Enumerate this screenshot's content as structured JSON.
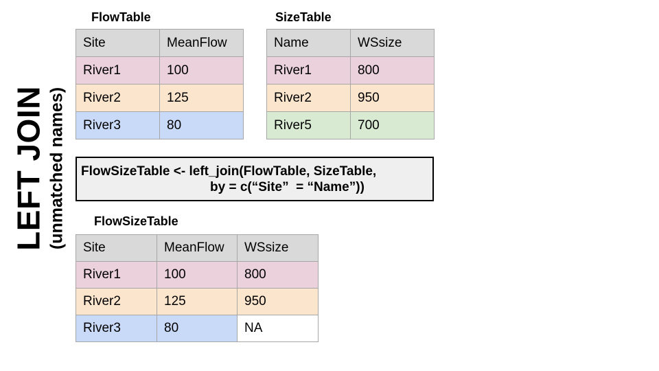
{
  "side_label": {
    "title": "LEFT JOIN",
    "subtitle": "(unmatched names)"
  },
  "flow_table": {
    "title": "FlowTable",
    "headers": [
      "Site",
      "MeanFlow"
    ],
    "rows": [
      {
        "cells": [
          "River1",
          "100"
        ],
        "colors": [
          "pink",
          "pink"
        ]
      },
      {
        "cells": [
          "River2",
          "125"
        ],
        "colors": [
          "orange",
          "orange"
        ]
      },
      {
        "cells": [
          "River3",
          "80"
        ],
        "colors": [
          "blue",
          "blue"
        ]
      }
    ]
  },
  "size_table": {
    "title": "SizeTable",
    "headers": [
      "Name",
      "WSsize"
    ],
    "rows": [
      {
        "cells": [
          "River1",
          "800"
        ],
        "colors": [
          "pink",
          "pink"
        ]
      },
      {
        "cells": [
          "River2",
          "950"
        ],
        "colors": [
          "orange",
          "orange"
        ]
      },
      {
        "cells": [
          "River5",
          "700"
        ],
        "colors": [
          "green",
          "green"
        ]
      }
    ]
  },
  "code_box": {
    "line1": "FlowSizeTable <- left_join(FlowTable, SizeTable,",
    "line2": "by = c(“Site”  = “Name”))"
  },
  "result_table": {
    "title": "FlowSizeTable",
    "headers": [
      "Site",
      "MeanFlow",
      "WSsize"
    ],
    "rows": [
      {
        "cells": [
          "River1",
          "100",
          "800"
        ],
        "colors": [
          "pink",
          "pink",
          "pink"
        ]
      },
      {
        "cells": [
          "River2",
          "125",
          "950"
        ],
        "colors": [
          "orange",
          "orange",
          "orange"
        ]
      },
      {
        "cells": [
          "River3",
          "80",
          "NA"
        ],
        "colors": [
          "blue",
          "blue",
          "white"
        ]
      }
    ]
  },
  "colors": {
    "header": "#d9d9d9",
    "pink": "#ead1dc",
    "orange": "#fce5cd",
    "blue": "#c9daf8",
    "green": "#d9ead3",
    "white": "#ffffff",
    "code_bg": "#efefef",
    "border": "#a6a6a6",
    "text": "#000000"
  }
}
